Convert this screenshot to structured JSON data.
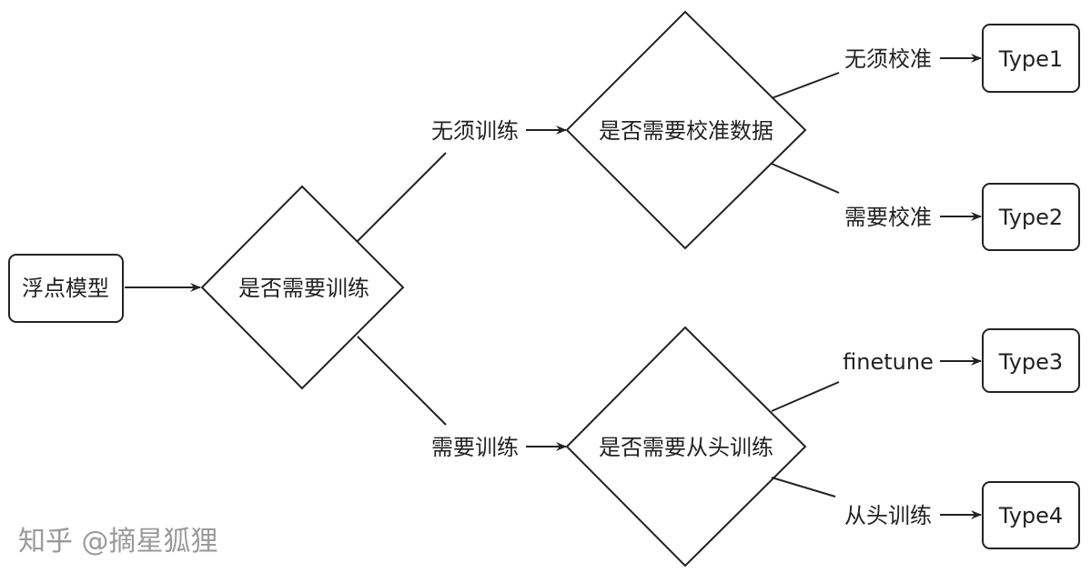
{
  "nodes": {
    "start": "浮点模型",
    "decision_train": "是否需要训练",
    "decision_calib": "是否需要校准数据",
    "decision_scratch": "是否需要从头训练",
    "type1": "Type1",
    "type2": "Type2",
    "type3": "Type3",
    "type4": "Type4"
  },
  "edges": {
    "no_train": "无须训练",
    "need_train": "需要训练",
    "no_calib": "无须校准",
    "need_calib": "需要校准",
    "finetune": "finetune",
    "from_scratch": "从头训练"
  },
  "watermark": "知乎 @摘星狐狸"
}
